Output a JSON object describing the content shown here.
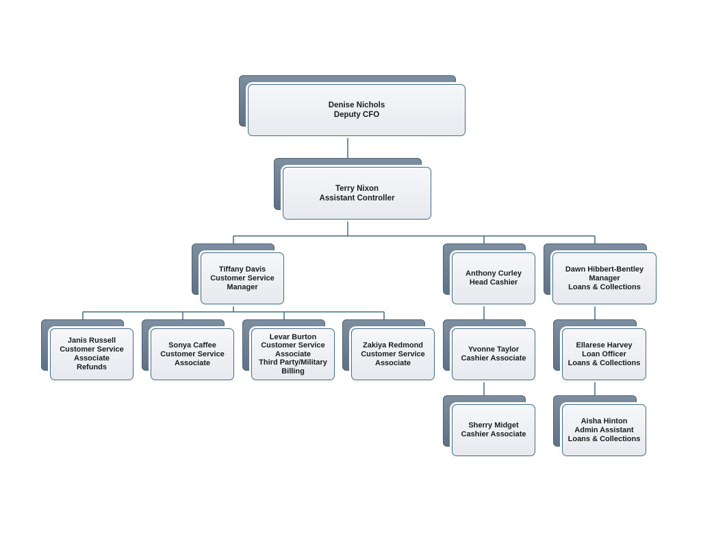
{
  "org_chart": {
    "nodes": [
      {
        "id": "denise",
        "lines": [
          "Denise Nichols",
          "Deputy CFO"
        ]
      },
      {
        "id": "terry",
        "lines": [
          "Terry Nixon",
          "Assistant Controller"
        ]
      },
      {
        "id": "tiffany",
        "lines": [
          "Tiffany Davis",
          "Customer Service",
          "Manager"
        ]
      },
      {
        "id": "anthony",
        "lines": [
          "Anthony Curley",
          "Head Cashier"
        ]
      },
      {
        "id": "dawn",
        "lines": [
          "Dawn Hibbert-Bentley",
          "Manager",
          "Loans & Collections"
        ]
      },
      {
        "id": "janis",
        "lines": [
          "Janis Russell",
          "Customer Service",
          "Associate",
          "Refunds"
        ]
      },
      {
        "id": "sonya",
        "lines": [
          "Sonya Caffee",
          "Customer Service",
          "Associate"
        ]
      },
      {
        "id": "levar",
        "lines": [
          "Levar Burton",
          "Customer Service",
          "Associate",
          "Third Party/Military",
          "Billing"
        ]
      },
      {
        "id": "zakiya",
        "lines": [
          "Zakiya Redmond",
          "Customer Service",
          "Associate"
        ]
      },
      {
        "id": "yvonne",
        "lines": [
          "Yvonne Taylor",
          "Cashier Associate"
        ]
      },
      {
        "id": "sherry",
        "lines": [
          "Sherry Midget",
          "Cashier Associate"
        ]
      },
      {
        "id": "ellarese",
        "lines": [
          "Ellarese Harvey",
          "Loan Officer",
          "Loans & Collections"
        ]
      },
      {
        "id": "aisha",
        "lines": [
          "Aisha Hinton",
          "Admin Assistant",
          "Loans & Collections"
        ]
      }
    ],
    "reports_to": [
      [
        "terry",
        "denise"
      ],
      [
        "tiffany",
        "terry"
      ],
      [
        "anthony",
        "terry"
      ],
      [
        "dawn",
        "terry"
      ],
      [
        "janis",
        "tiffany"
      ],
      [
        "sonya",
        "tiffany"
      ],
      [
        "levar",
        "tiffany"
      ],
      [
        "zakiya",
        "tiffany"
      ],
      [
        "yvonne",
        "anthony"
      ],
      [
        "sherry",
        "yvonne"
      ],
      [
        "ellarese",
        "dawn"
      ],
      [
        "aisha",
        "ellarese"
      ]
    ],
    "colors": {
      "card_border": "#3f6b84",
      "card_fill": "#eceef2",
      "shadow_fill": "#6b7c8f",
      "connector": "#3f6b84"
    }
  }
}
